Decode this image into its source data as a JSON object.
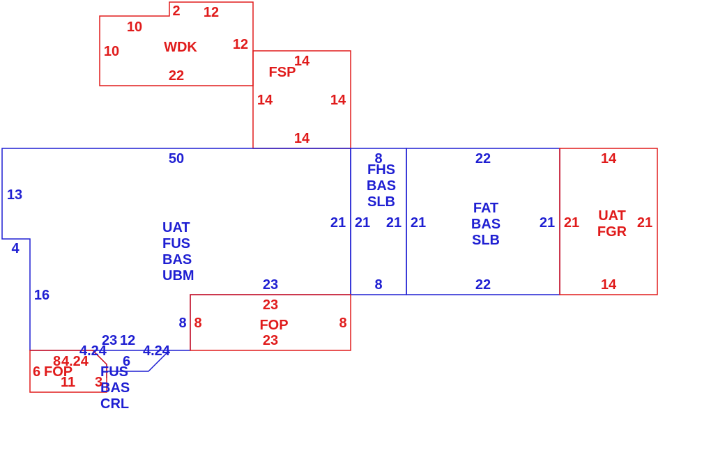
{
  "colors": {
    "blue": "#1f1fd2",
    "red": "#e01b1b"
  },
  "areas": [
    {
      "id": "wdk",
      "color": "red",
      "lines": [
        "WDK"
      ],
      "dims": [
        "2",
        "12",
        "10",
        "10",
        "12",
        "22"
      ]
    },
    {
      "id": "fsp",
      "color": "red",
      "lines": [
        "FSP"
      ],
      "dims": [
        "14",
        "14",
        "14",
        "14"
      ]
    },
    {
      "id": "main",
      "color": "blue",
      "lines": [
        "UAT",
        "FUS",
        "BAS",
        "UBM"
      ],
      "dims": [
        "50",
        "13",
        "4",
        "16",
        "21",
        "23",
        "8"
      ]
    },
    {
      "id": "fhs",
      "color": "blue",
      "lines": [
        "FHS",
        "BAS",
        "SLB"
      ],
      "dims": [
        "8",
        "21",
        "21",
        "8"
      ]
    },
    {
      "id": "fat",
      "color": "blue",
      "lines": [
        "FAT",
        "BAS",
        "SLB"
      ],
      "dims": [
        "22",
        "21",
        "21",
        "22"
      ]
    },
    {
      "id": "fgr",
      "color": "red",
      "lines": [
        "UAT",
        "FGR"
      ],
      "dims": [
        "14",
        "21",
        "21",
        "14"
      ]
    },
    {
      "id": "fop",
      "color": "red",
      "lines": [
        "FOP"
      ],
      "dims": [
        "23",
        "8",
        "8",
        "23"
      ]
    },
    {
      "id": "crl",
      "color": "blue",
      "lines": [
        "FUS",
        "BAS",
        "CRL"
      ],
      "dims": [
        "23",
        "12",
        "4.24",
        "4.24",
        "6"
      ]
    },
    {
      "id": "fop-small",
      "color": "red",
      "lines": [
        "FOP"
      ],
      "dims": [
        "8",
        "4.24",
        "6",
        "11",
        "3"
      ]
    }
  ]
}
